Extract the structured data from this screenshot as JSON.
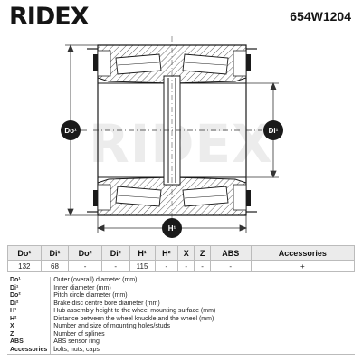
{
  "header": {
    "logo": "RIDEX",
    "part_number": "654W1204"
  },
  "drawing": {
    "watermark": "RIDEX",
    "labels": {
      "outer_diameter": "Do¹",
      "inner_diameter": "Di¹",
      "height": "H¹"
    },
    "colors": {
      "line": "#1a1a1a",
      "dimension_line": "#333333",
      "watermark": "#ececec"
    }
  },
  "table": {
    "headers": [
      "Do¹",
      "Di¹",
      "Do²",
      "Di²",
      "H¹",
      "H²",
      "X",
      "Z",
      "ABS",
      "Accessories"
    ],
    "values": [
      "132",
      "68",
      "-",
      "-",
      "115",
      "-",
      "-",
      "-",
      "-",
      "+"
    ]
  },
  "legend": [
    {
      "code": "Do¹",
      "desc": "Outer (overall) diameter (mm)"
    },
    {
      "code": "Di¹",
      "desc": "Inner diameter (mm)"
    },
    {
      "code": "Do²",
      "desc": "Pitch circle diameter (mm)"
    },
    {
      "code": "Di²",
      "desc": "Brake disc centre bore diameter (mm)"
    },
    {
      "code": "H¹",
      "desc": "Hub assembly height to the wheel mounting surface (mm)"
    },
    {
      "code": "H²",
      "desc": "Distance between the wheel knuckle and the wheel (mm)"
    },
    {
      "code": "X",
      "desc": "Number and size of mounting holes/studs"
    },
    {
      "code": "Z",
      "desc": "Number of splines"
    },
    {
      "code": "ABS",
      "desc": "ABS sensor ring"
    },
    {
      "code": "Accessories",
      "desc": "bolts, nuts, caps"
    }
  ]
}
